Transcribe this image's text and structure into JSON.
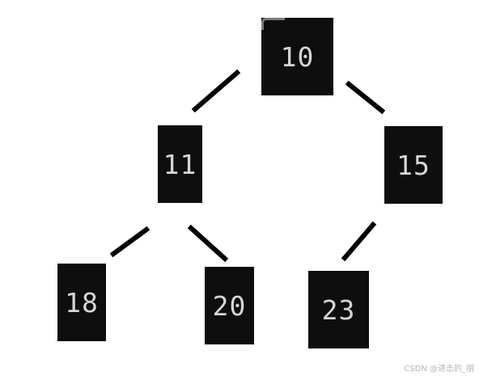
{
  "tree": {
    "nodes": [
      {
        "id": "n10",
        "label": "10"
      },
      {
        "id": "n11",
        "label": "11"
      },
      {
        "id": "n15",
        "label": "15"
      },
      {
        "id": "n18",
        "label": "18"
      },
      {
        "id": "n20",
        "label": "20"
      },
      {
        "id": "n23",
        "label": "23"
      }
    ],
    "edges": [
      {
        "from": "10",
        "to": "11"
      },
      {
        "from": "10",
        "to": "15"
      },
      {
        "from": "11",
        "to": "18"
      },
      {
        "from": "11",
        "to": "20"
      },
      {
        "from": "15",
        "to": "23"
      }
    ],
    "colors": {
      "node_fill": "#0e0e0e",
      "node_text": "#d6d6d6",
      "edge": "#000000",
      "background": "#ffffff"
    }
  },
  "watermark": {
    "text": "CSDN @进击的_朋"
  }
}
